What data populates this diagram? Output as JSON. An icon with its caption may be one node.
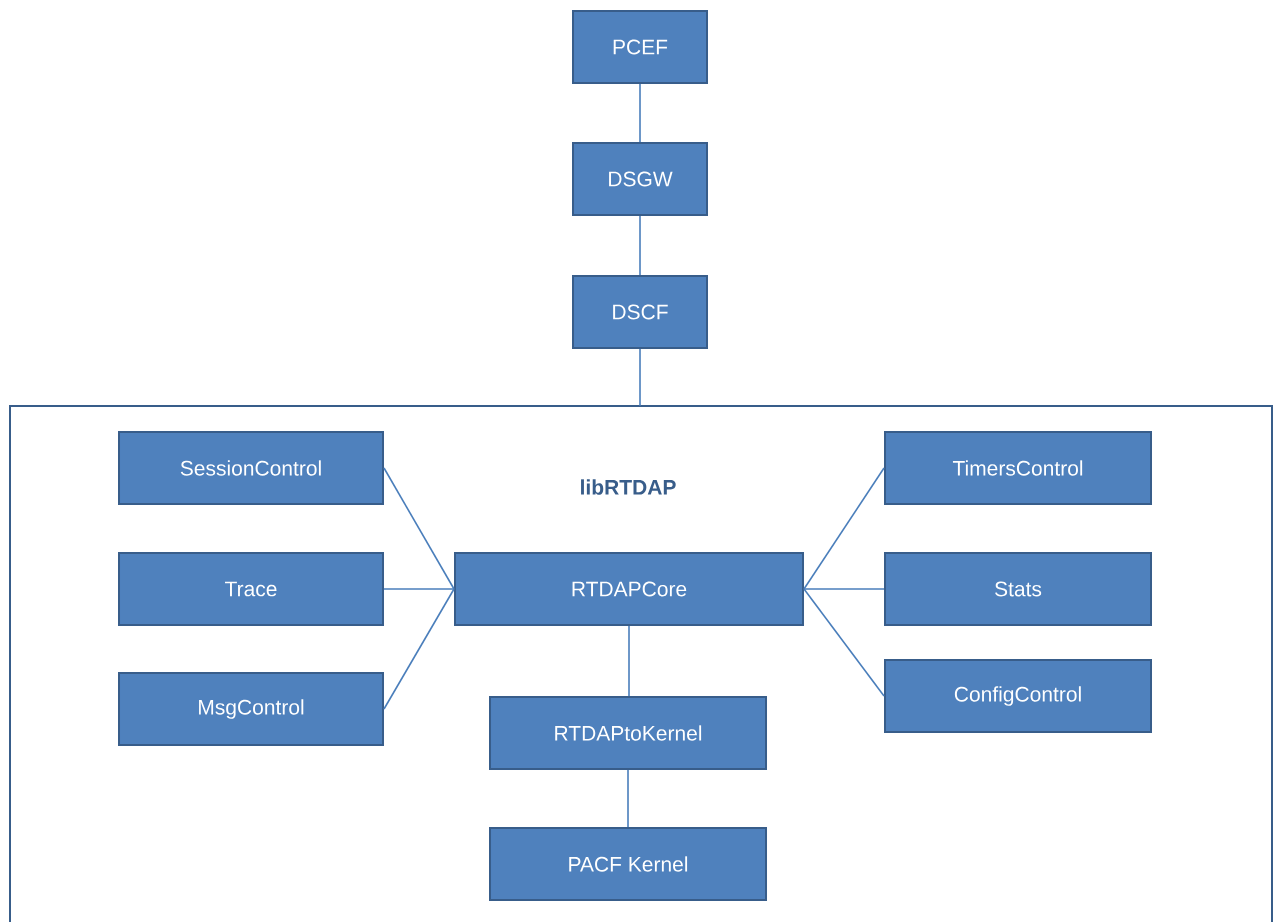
{
  "diagram": {
    "nodes": [
      {
        "text": [
          "PCEF"
        ]
      },
      {
        "text": [
          "DSGW"
        ]
      },
      {
        "text": [
          "DSCF"
        ]
      },
      {
        "text": [
          "libRTDAP"
        ]
      },
      {
        "text": [
          "SessionControl"
        ],
        "in": 3
      },
      {
        "text": [
          "TimersControl"
        ],
        "in": 3
      },
      {
        "text": [
          "Trace"
        ],
        "in": 3
      },
      {
        "text": [
          "RTDAPCore"
        ],
        "in": 3
      },
      {
        "text": [
          "Stats"
        ],
        "in": 3
      },
      {
        "text": [
          "MsgControl"
        ],
        "in": 3
      },
      {
        "text": [
          "RTDAPtoKernel"
        ],
        "in": 3
      },
      {
        "text": [
          "ConfigControl"
        ],
        "in": 3
      },
      {
        "text": [
          "PACF Kernel"
        ],
        "in": 3
      }
    ],
    "edges": [
      {
        "from": 0,
        "to": 1,
        "arrow": "none"
      },
      {
        "from": 1,
        "to": 2,
        "arrow": "none"
      },
      {
        "from": 2,
        "to": 3,
        "arrow": "none"
      },
      {
        "from": 4,
        "to": 7,
        "arrow": "none"
      },
      {
        "from": 6,
        "to": 7,
        "arrow": "none"
      },
      {
        "from": 9,
        "to": 7,
        "arrow": "none"
      },
      {
        "from": 7,
        "to": 5,
        "arrow": "none"
      },
      {
        "from": 7,
        "to": 8,
        "arrow": "none"
      },
      {
        "from": 7,
        "to": 11,
        "arrow": "none"
      },
      {
        "from": 7,
        "to": 10,
        "arrow": "none"
      },
      {
        "from": 10,
        "to": 12,
        "arrow": "none"
      }
    ]
  }
}
